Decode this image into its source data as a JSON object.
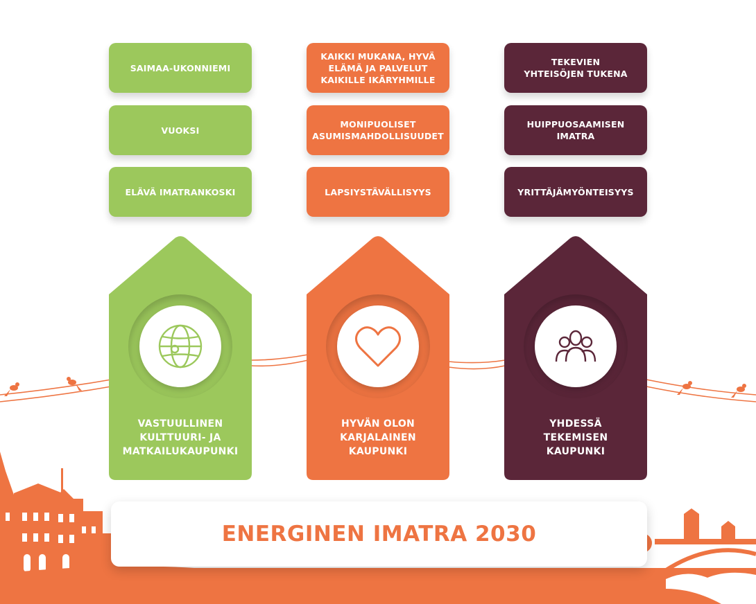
{
  "colors": {
    "green": "#9cc85c",
    "orange": "#ee7442",
    "plum": "#5b2639",
    "wire": "#ee7442"
  },
  "columns": [
    {
      "items": [
        "SAIMAA-UKONNIEMI",
        "VUOKSI",
        "ELÄVÄ IMATRANKOSKI"
      ],
      "icon": "globe-icon",
      "label": "VASTUULLINEN\nKULTTUURI- JA\nMATKAILUKAUPUNKI"
    },
    {
      "items": [
        "KAIKKI MUKANA, HYVÄ\nELÄMÄ JA PALVELUT\nKAIKILLE IKÄRYHMILLE",
        "MONIPUOLISET\nASUMISMAHDOLLISUUDET",
        "LAPSIYSTÄVÄLLISYYS"
      ],
      "icon": "heart-icon",
      "label": "HYVÄN OLON\nKARJALAINEN\nKAUPUNKI"
    },
    {
      "items": [
        "TEKEVIEN\nYHTEISÖJEN TUKENA",
        "HUIPPUOSAAMISEN\nIMATRA",
        "YRITTÄJÄMYÖNTEISYYS"
      ],
      "icon": "people-icon",
      "label": "YHDESSÄ\nTEKEMISEN\nKAUPUNKI"
    }
  ],
  "banner": {
    "title": "ENERGINEN IMATRA 2030"
  }
}
